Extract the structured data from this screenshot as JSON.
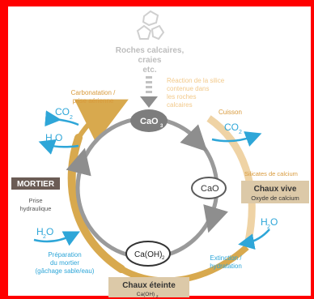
{
  "source": {
    "line1": "Roches calcaires,",
    "line2": "craies",
    "line3": "etc."
  },
  "silica_note": {
    "line1": "Réaction de la silice",
    "line2": "contenue dans",
    "line3": "les roches",
    "line4": "calcaires"
  },
  "carbonation": {
    "line1": "Carbonatation /",
    "line2": "prise aérienne"
  },
  "cuisson": "Cuisson",
  "co2_main": "CO",
  "co2_sub": "2",
  "h2o_main_left": "H",
  "h2o_sub": "2",
  "h2o_tail": "O",
  "cao3": {
    "main": "CaO",
    "sub": "3"
  },
  "cao": "CaO",
  "silicates": "Silicates de calcium",
  "chaux_vive": {
    "title": "Chaux vive",
    "subtitle": "Oxyde de calcium"
  },
  "mortier": "MORTIER",
  "prise_hydraulique": {
    "line1": "Prise",
    "line2": "hydraulique"
  },
  "extinction": {
    "line1": "Extinction /",
    "line2": "hydratation"
  },
  "preparation": {
    "line1": "Préparation",
    "line2": "du mortier",
    "line3": "(gâchage sable/eau)"
  },
  "caoh2": {
    "main": "Ca(OH)",
    "sub": "2"
  },
  "chaux_eteinte": {
    "title": "Chaux éteinte",
    "formula_main": "Ca(OH)",
    "formula_sub": "2"
  },
  "colors": {
    "frame": "#ff0000",
    "gray_ring": "#9a9a9a",
    "tan": "#d8a94e",
    "tan_light": "#efd3a5",
    "orange_text": "#d89a3c",
    "blue": "#2ea6d8",
    "dark_box": "#6b5c55",
    "chaux_box": "#dcc9a8"
  }
}
